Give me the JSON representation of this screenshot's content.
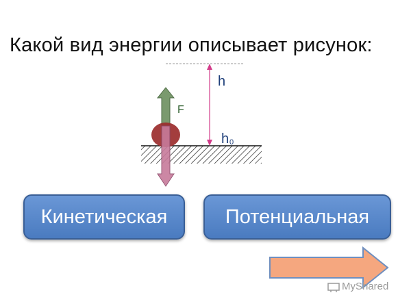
{
  "question": "Какой вид энергии описывает рисунок:",
  "diagram": {
    "height_label": "h",
    "base_label": "h",
    "base_subscript": "0",
    "force_label": "F"
  },
  "answers": [
    {
      "label": "Кинетическая"
    },
    {
      "label": "Потенциальная"
    }
  ],
  "navigation": {
    "next_icon": "right-arrow-icon"
  },
  "watermark": {
    "text": "MyShared"
  },
  "colors": {
    "button_fill": "#5a88cc",
    "button_border": "#3a5f96",
    "arrow_fill": "#f5a77f",
    "force_arrow": "#7a9a6e",
    "weight_arrow": "#c77b9b",
    "ball": "#9b2d2d",
    "height_label": "#1f3f7a",
    "force_label": "#2e5f2e"
  }
}
